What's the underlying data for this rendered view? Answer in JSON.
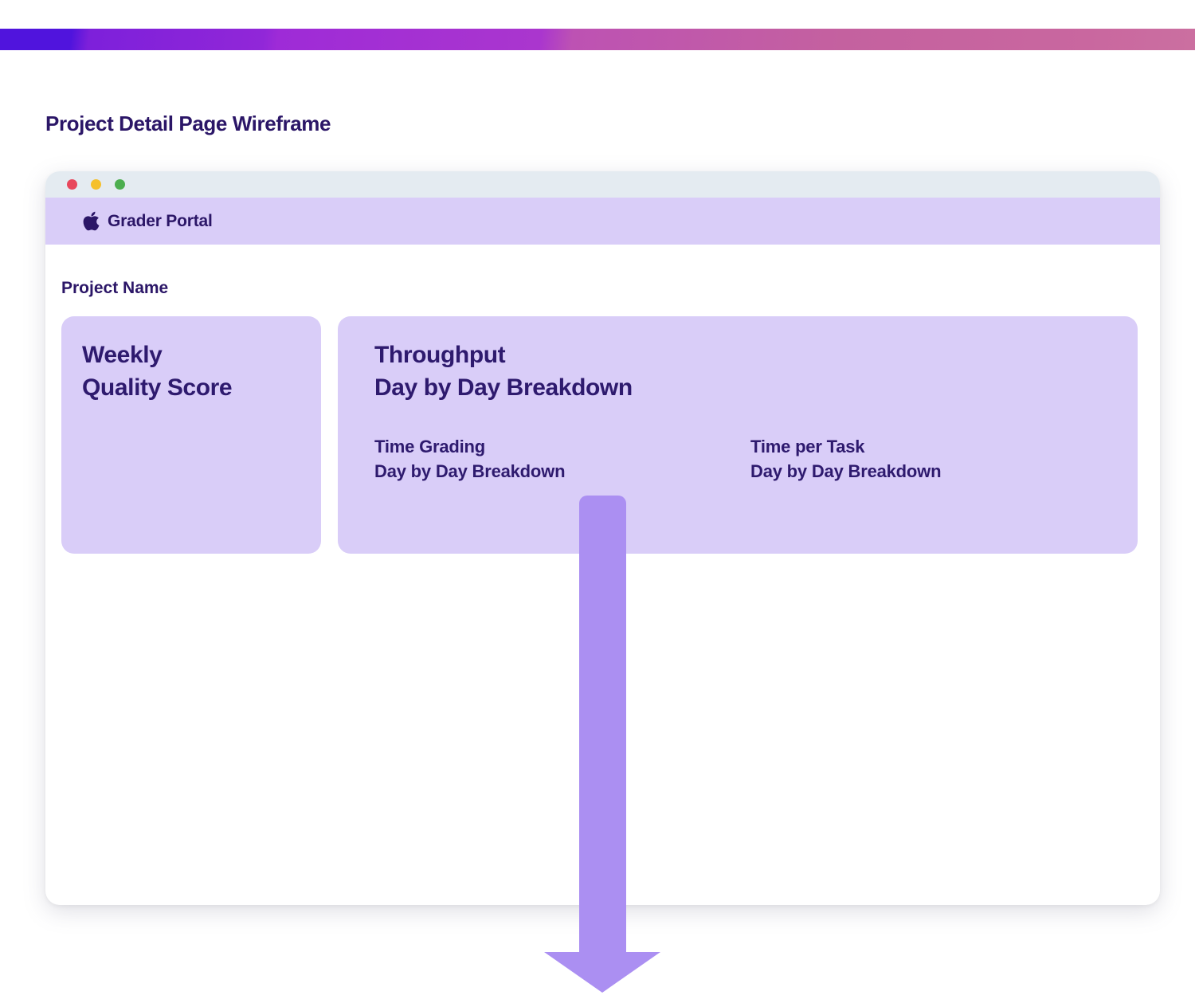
{
  "page": {
    "title": "Project Detail Page Wireframe"
  },
  "window": {
    "traffic_lights": [
      "close",
      "minimize",
      "zoom"
    ],
    "app_header": {
      "icon": "apple-logo",
      "title": "Grader Portal"
    },
    "page_heading": "Project Name",
    "cards": [
      {
        "title_line1": "Weekly",
        "title_line2": "Quality Score"
      },
      {
        "title_line1": "Throughput",
        "title_line2": "Day by Day Breakdown",
        "sections": [
          {
            "line1": "Time Grading",
            "line2": "Day by Day Breakdown"
          },
          {
            "line1": "Time per Task",
            "line2": "Day by Day Breakdown"
          }
        ]
      }
    ]
  },
  "arrow": {
    "direction": "down",
    "meaning": "flow continues below"
  },
  "colors": {
    "gradient_start": "#5014dd",
    "gradient_mid": "#9e2bd7",
    "gradient_end": "#c9679f",
    "dark_text": "#2b1667",
    "titlebar_bg": "#e4ebf1",
    "traffic_red": "#e8475c",
    "traffic_yellow": "#f5c02b",
    "traffic_green": "#4cae4f",
    "panel_purple": "#d9cdf8",
    "arrow_purple": "#ab8ff2"
  }
}
